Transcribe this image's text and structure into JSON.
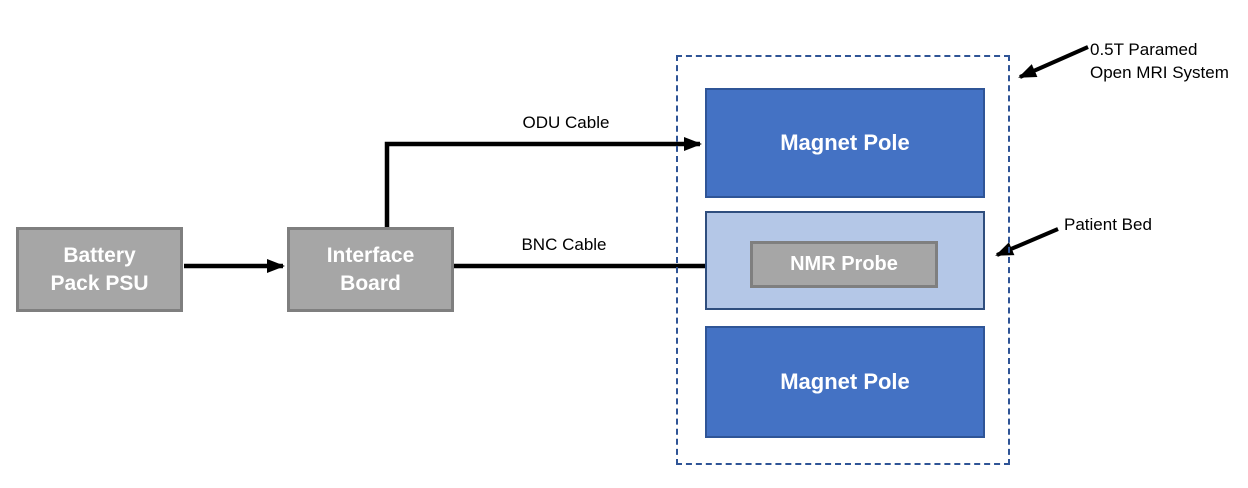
{
  "diagram": {
    "nodes": {
      "battery_pack_psu": {
        "line1": "Battery",
        "line2": "Pack PSU"
      },
      "interface_board": {
        "line1": "Interface",
        "line2": "Board"
      },
      "magnet_pole_top": {
        "label": "Magnet Pole"
      },
      "nmr_probe": {
        "label": "NMR Probe"
      },
      "magnet_pole_bottom": {
        "label": "Magnet Pole"
      }
    },
    "cable_labels": {
      "odu": "ODU Cable",
      "bnc": "BNC Cable"
    },
    "annotations": {
      "mri_system": {
        "line1": "0.5T Paramed",
        "line2": "Open MRI System"
      },
      "patient_bed": "Patient Bed"
    },
    "colors": {
      "gray_fill": "#A6A6A6",
      "gray_border": "#7F7F7F",
      "blue_fill": "#4472C4",
      "blue_border": "#2F5597",
      "light_blue_fill": "#B4C7E7",
      "light_blue_border": "#2F4E7E",
      "dashed_border": "#2F5496",
      "arrow": "#000000",
      "box_text": "#FFFFFF",
      "label_text": "#000000",
      "background": "#FFFFFF"
    }
  }
}
